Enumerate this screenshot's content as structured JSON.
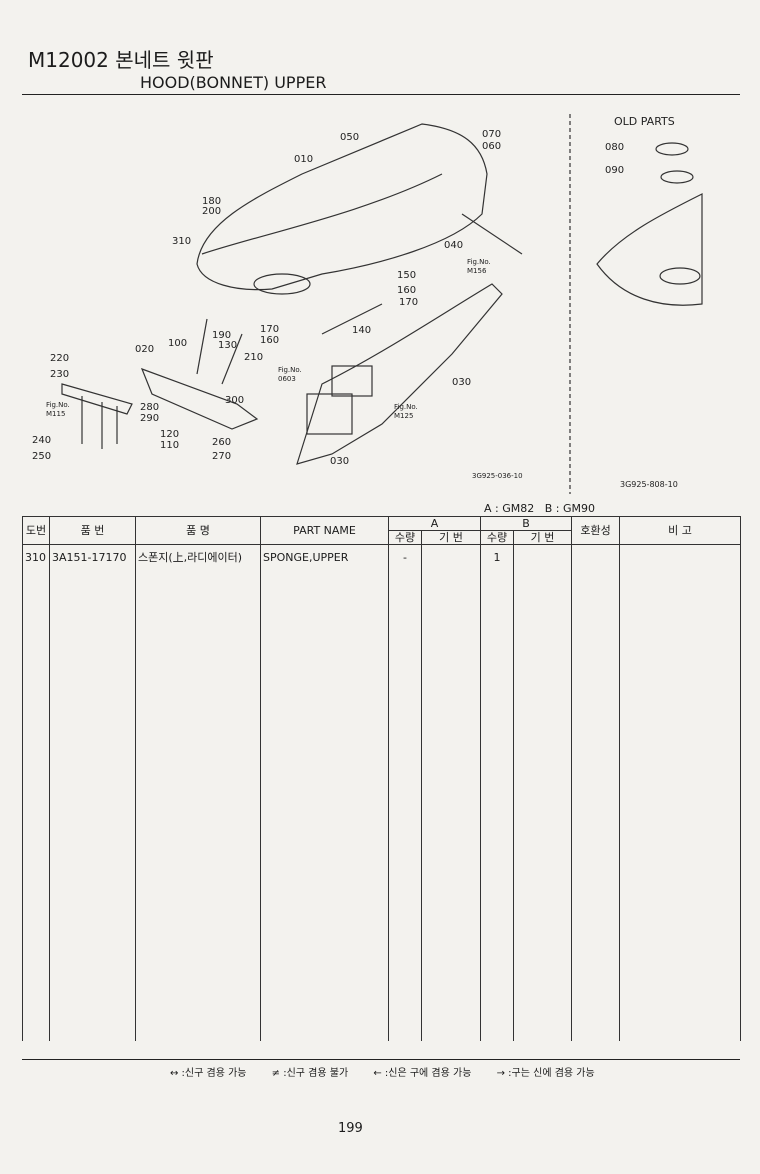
{
  "header": {
    "code_title": "M12002 본네트 윗판",
    "en_title": "HOOD(BONNET) UPPER"
  },
  "diagram": {
    "callouts": [
      "050",
      "070",
      "060",
      "010",
      "180",
      "200",
      "310",
      "040",
      "150",
      "160",
      "170",
      "140",
      "170",
      "160",
      "190",
      "130",
      "100",
      "020",
      "210",
      "220",
      "230",
      "280",
      "290",
      "300",
      "120",
      "110",
      "260",
      "270",
      "240",
      "250",
      "030",
      "030"
    ],
    "fig_refs": [
      "Fig.No.",
      "M156",
      "Fig.No.",
      "0603",
      "Fig.No.",
      "M125",
      "Fig.No.",
      "M115"
    ],
    "old_parts": {
      "title": "OLD PARTS",
      "callouts": [
        "080",
        "090"
      ],
      "drawing_no": "3G925-808-10"
    },
    "drawing_no": "3G925-036-10"
  },
  "variants": "A : GM82   B : GM90",
  "table": {
    "headers": {
      "no": "도번",
      "part_no": "품  번",
      "part_name_kr": "품      명",
      "part_name_en": "PART  NAME",
      "group_a": "A",
      "group_b": "B",
      "qty": "수량",
      "code": "기  번",
      "compat": "호환성",
      "remarks": "비   고"
    },
    "rows": [
      {
        "no": "310",
        "part_no": "3A151-17170",
        "name_kr": "스폰지(上,라디에이터)",
        "name_en": "SPONGE,UPPER",
        "qty_a": "-",
        "code_a": "",
        "qty_b": "1",
        "code_b": "",
        "compat": "",
        "remarks": ""
      }
    ]
  },
  "legend": [
    "↔ :신구 겸용 가능",
    "≠ :신구 겸용 불가",
    "← :신은 구에 겸용 가능",
    "→ :구는 신에 겸용 가능"
  ],
  "page_number": "199",
  "colors": {
    "paper": "#f3f2ee",
    "ink": "#1c1c1c"
  }
}
